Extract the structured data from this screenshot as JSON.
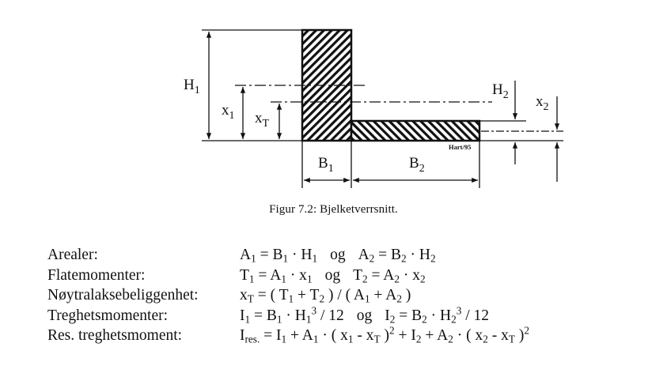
{
  "figure": {
    "labels": {
      "H1": "H",
      "H1_sub": "1",
      "x1": "x",
      "x1_sub": "1",
      "xT": "x",
      "xT_sub": "T",
      "H2": "H",
      "H2_sub": "2",
      "x2": "x",
      "x2_sub": "2",
      "B1": "B",
      "B1_sub": "1",
      "B2": "B",
      "B2_sub": "2",
      "signature": "Hart/95"
    },
    "caption": "Figur 7.2:  Bjelketverrsnitt."
  },
  "rows": [
    {
      "label": "Arealer:",
      "f": {
        "a": "A",
        "a_s": "1",
        "b": " = B",
        "b_s": "1",
        "c": " · H",
        "c_s": "1",
        "og": "og",
        "d": "A",
        "d_s": "2",
        "e": " = B",
        "e_s": "2",
        "g": " · H",
        "g_s": "2"
      }
    },
    {
      "label": "Flatemomenter:",
      "f": {
        "a": "T",
        "a_s": "1",
        "b": " = A",
        "b_s": "1",
        "c": " · x",
        "c_s": "1",
        "og": "og",
        "d": "T",
        "d_s": "2",
        "e": " = A",
        "e_s": "2",
        "g": " · x",
        "g_s": "2"
      }
    },
    {
      "label": "Nøytralaksebeliggenhet:",
      "f": {
        "a": "x",
        "a_s": "T",
        "b": " =  ( T",
        "b_s": "1",
        "c": " + T",
        "c_s": "2",
        "d": " ) / ( A",
        "d_s": "1",
        "e": " + A",
        "e_s": "2",
        "g": " )"
      }
    },
    {
      "label": "Treghetsmomenter:",
      "f": {
        "a": "I",
        "a_s": "1",
        "b": " = B",
        "b_s": "1",
        "c": " · H",
        "c_s": "1",
        "c_p": "3",
        "c2": " / 12",
        "og": "og",
        "d": "I",
        "d_s": "2",
        "e": " = B",
        "e_s": "2",
        "g": " · H",
        "g_s": "2",
        "g_p": "3",
        "g2": " / 12"
      }
    },
    {
      "label": "Res. treghetsmoment:",
      "f": {
        "a": "I",
        "a_s": "res.",
        "b": " =  I",
        "b_s": "1",
        "c": " + A",
        "c_s": "1",
        "d": " · ( x",
        "d_s": "1",
        "e": " - x",
        "e_s": "T",
        "e2": " )",
        "e_p": "2",
        "g": " + I",
        "g_s": "2",
        "h": " + A",
        "h_s": "2",
        "i": " · ( x",
        "i_s": "2",
        "j": " - x",
        "j_s": "T",
        "j2": " )",
        "j_p": "2"
      }
    }
  ]
}
